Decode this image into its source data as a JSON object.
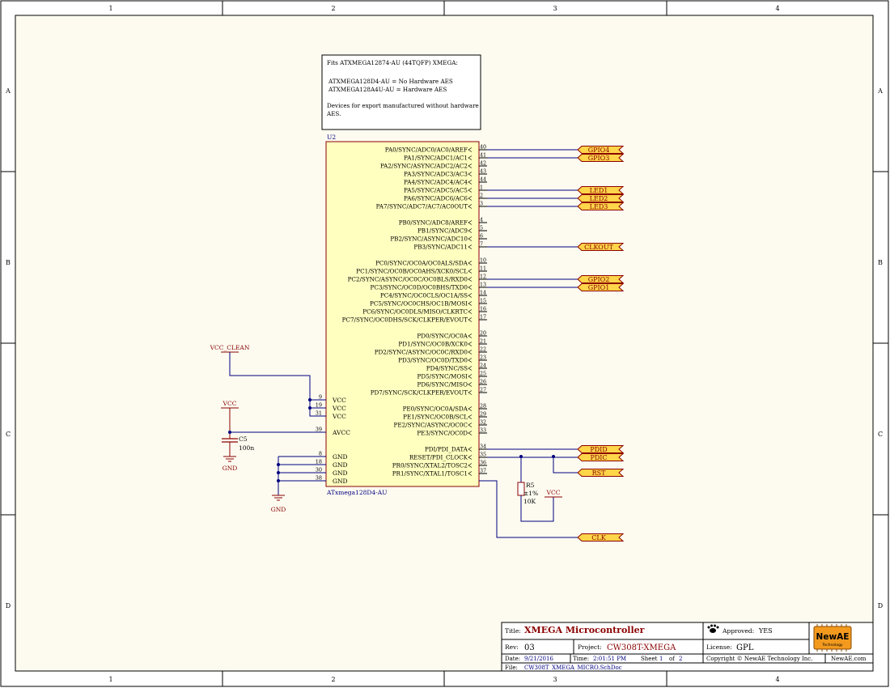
{
  "sheet": {
    "col_labels": [
      "1",
      "2",
      "3",
      "4"
    ],
    "row_labels": [
      "A",
      "B",
      "C",
      "D"
    ]
  },
  "note": {
    "lines": [
      "Fits ATXMEGA12874-AU (44TQFP) XMEGA:",
      "",
      "ATXMEGA128D4-AU = No Hardware AES",
      "ATXMEGA128A4U-AU = Hardware AES",
      "",
      "Devices for export manufactured without hardware",
      "AES."
    ]
  },
  "chip": {
    "ref": "U2",
    "part": "ATxmega128D4-AU",
    "right_pins": [
      {
        "label": "PA0/SYNC/ADC0/AC0/AREF",
        "num": "40",
        "net": "GPIO4"
      },
      {
        "label": "PA1/SYNC/ADC1/AC1",
        "num": "41",
        "net": "GPIO3"
      },
      {
        "label": "PA2/SYNC/ASYNC/ADC2/AC2",
        "num": "42",
        "net": ""
      },
      {
        "label": "PA3/SYNC/ADC3/AC3",
        "num": "43",
        "net": ""
      },
      {
        "label": "PA4/SYNC/ADC4/AC4",
        "num": "44",
        "net": ""
      },
      {
        "label": "PA5/SYNC/ADC5/AC5",
        "num": "1",
        "net": "LED1"
      },
      {
        "label": "PA6/SYNC/ADC6/AC6",
        "num": "2",
        "net": "LED2"
      },
      {
        "label": "PA7/SYNC/ADC7/AC7/AC0OUT",
        "num": "3",
        "net": "LED3"
      },
      {
        "label": "PB0/SYNC/ADC8/AREF",
        "num": "4",
        "net": ""
      },
      {
        "label": "PB1/SYNC/ADC9",
        "num": "5",
        "net": ""
      },
      {
        "label": "PB2/SYNC/ASYNC/ADC10",
        "num": "6",
        "net": ""
      },
      {
        "label": "PB3/SYNC/ADC11",
        "num": "7",
        "net": "CLKOUT"
      },
      {
        "label": "PC0/SYNC/OC0A/OC0ALS/SDA",
        "num": "10",
        "net": ""
      },
      {
        "label": "PC1/SYNC/OC0B/OC0AHS/XCK0/SCL",
        "num": "11",
        "net": ""
      },
      {
        "label": "PC2/SYNC/ASYNC/OC0C/OC0BLS/RXD0",
        "num": "12",
        "net": "GPIO2"
      },
      {
        "label": "PC3/SYNC/OC0D/OC0BHS/TXD0",
        "num": "13",
        "net": "GPIO1"
      },
      {
        "label": "PC4/SYNC/OC0CLS/OC1A/SS",
        "num": "14",
        "net": ""
      },
      {
        "label": "PC5/SYNC/OC0CHS/OC1B/MOSI",
        "num": "15",
        "net": ""
      },
      {
        "label": "PC6/SYNC/OC0DLS/MISO/CLKRTC",
        "num": "16",
        "net": ""
      },
      {
        "label": "PC7/SYNC/OC0DHS/SCK/CLKPER/EVOUT",
        "num": "17",
        "net": ""
      },
      {
        "label": "PD0/SYNC/OC0A",
        "num": "20",
        "net": ""
      },
      {
        "label": "PD1/SYNC/OC0B/XCK0",
        "num": "21",
        "net": ""
      },
      {
        "label": "PD2/SYNC/ASYNC/OC0C/RXD0",
        "num": "22",
        "net": ""
      },
      {
        "label": "PD3/SYNC/OC0D/TXD0",
        "num": "23",
        "net": ""
      },
      {
        "label": "PD4/SYNC/SS",
        "num": "24",
        "net": ""
      },
      {
        "label": "PD5/SYNC/MOSI",
        "num": "25",
        "net": ""
      },
      {
        "label": "PD6/SYNC/MISO",
        "num": "26",
        "net": ""
      },
      {
        "label": "PD7/SYNC/SCK/CLKPER/EVOUT",
        "num": "27",
        "net": ""
      },
      {
        "label": "PE0/SYNC/OC0A/SDA",
        "num": "28",
        "net": ""
      },
      {
        "label": "PE1/SYNC/OC0B/SCL",
        "num": "29",
        "net": ""
      },
      {
        "label": "PE2/SYNC/ASYNC/OC0C",
        "num": "32",
        "net": ""
      },
      {
        "label": "PE3/SYNC/OC0D",
        "num": "33",
        "net": ""
      },
      {
        "label": "PDI/PDI_DATA",
        "num": "34",
        "net": "PDID"
      },
      {
        "label": "RESET/PDI_CLOCK",
        "num": "35",
        "net": "PDIC"
      },
      {
        "label": "PR0/SYNC/XTAL2/TOSC2",
        "num": "36",
        "net": ""
      },
      {
        "label": "PR1/SYNC/XTAL1/TOSC1",
        "num": "37",
        "net": ""
      }
    ],
    "left_pins": [
      {
        "label": "VCC",
        "num": "9"
      },
      {
        "label": "VCC",
        "num": "19"
      },
      {
        "label": "VCC",
        "num": "31"
      },
      {
        "label": "AVCC",
        "num": "39"
      },
      {
        "label": "GND",
        "num": "8"
      },
      {
        "label": "GND",
        "num": "18"
      },
      {
        "label": "GND",
        "num": "30"
      },
      {
        "label": "GND",
        "num": "38"
      }
    ]
  },
  "nets": {
    "rst": "RST",
    "clk": "CLK",
    "vcc_clean": "VCC_CLEAN",
    "vcc": "VCC",
    "gnd": "GND"
  },
  "parts": {
    "c5_ref": "C5",
    "c5_val": "100n",
    "r5_ref": "R5",
    "r5_tol": "±1%",
    "r5_val": "10K"
  },
  "title_block": {
    "title_label": "Title:",
    "title": "XMEGA Microcontroller",
    "approved_label": "Approved:",
    "approved": "YES",
    "rev_label": "Rev:",
    "rev": "03",
    "project_label": "Project:",
    "project": "CW308T-XMEGA",
    "license_label": "License:",
    "license": "GPL",
    "date_label": "Date:",
    "date": "9/21/2016",
    "time_label": "Time:",
    "time": "2:01:51 PM",
    "sheet_label": "Sheet",
    "sheet_num": "1",
    "of_label": "of",
    "sheet_total": "2",
    "copyright": "Copyright © NewAE Technology Inc.",
    "website": "NewAE.com",
    "file_label": "File:",
    "file": "CW308T_XMEGA_MICRO.SchDoc",
    "logo_text": "NewAE",
    "logo_sub": "Technology"
  }
}
